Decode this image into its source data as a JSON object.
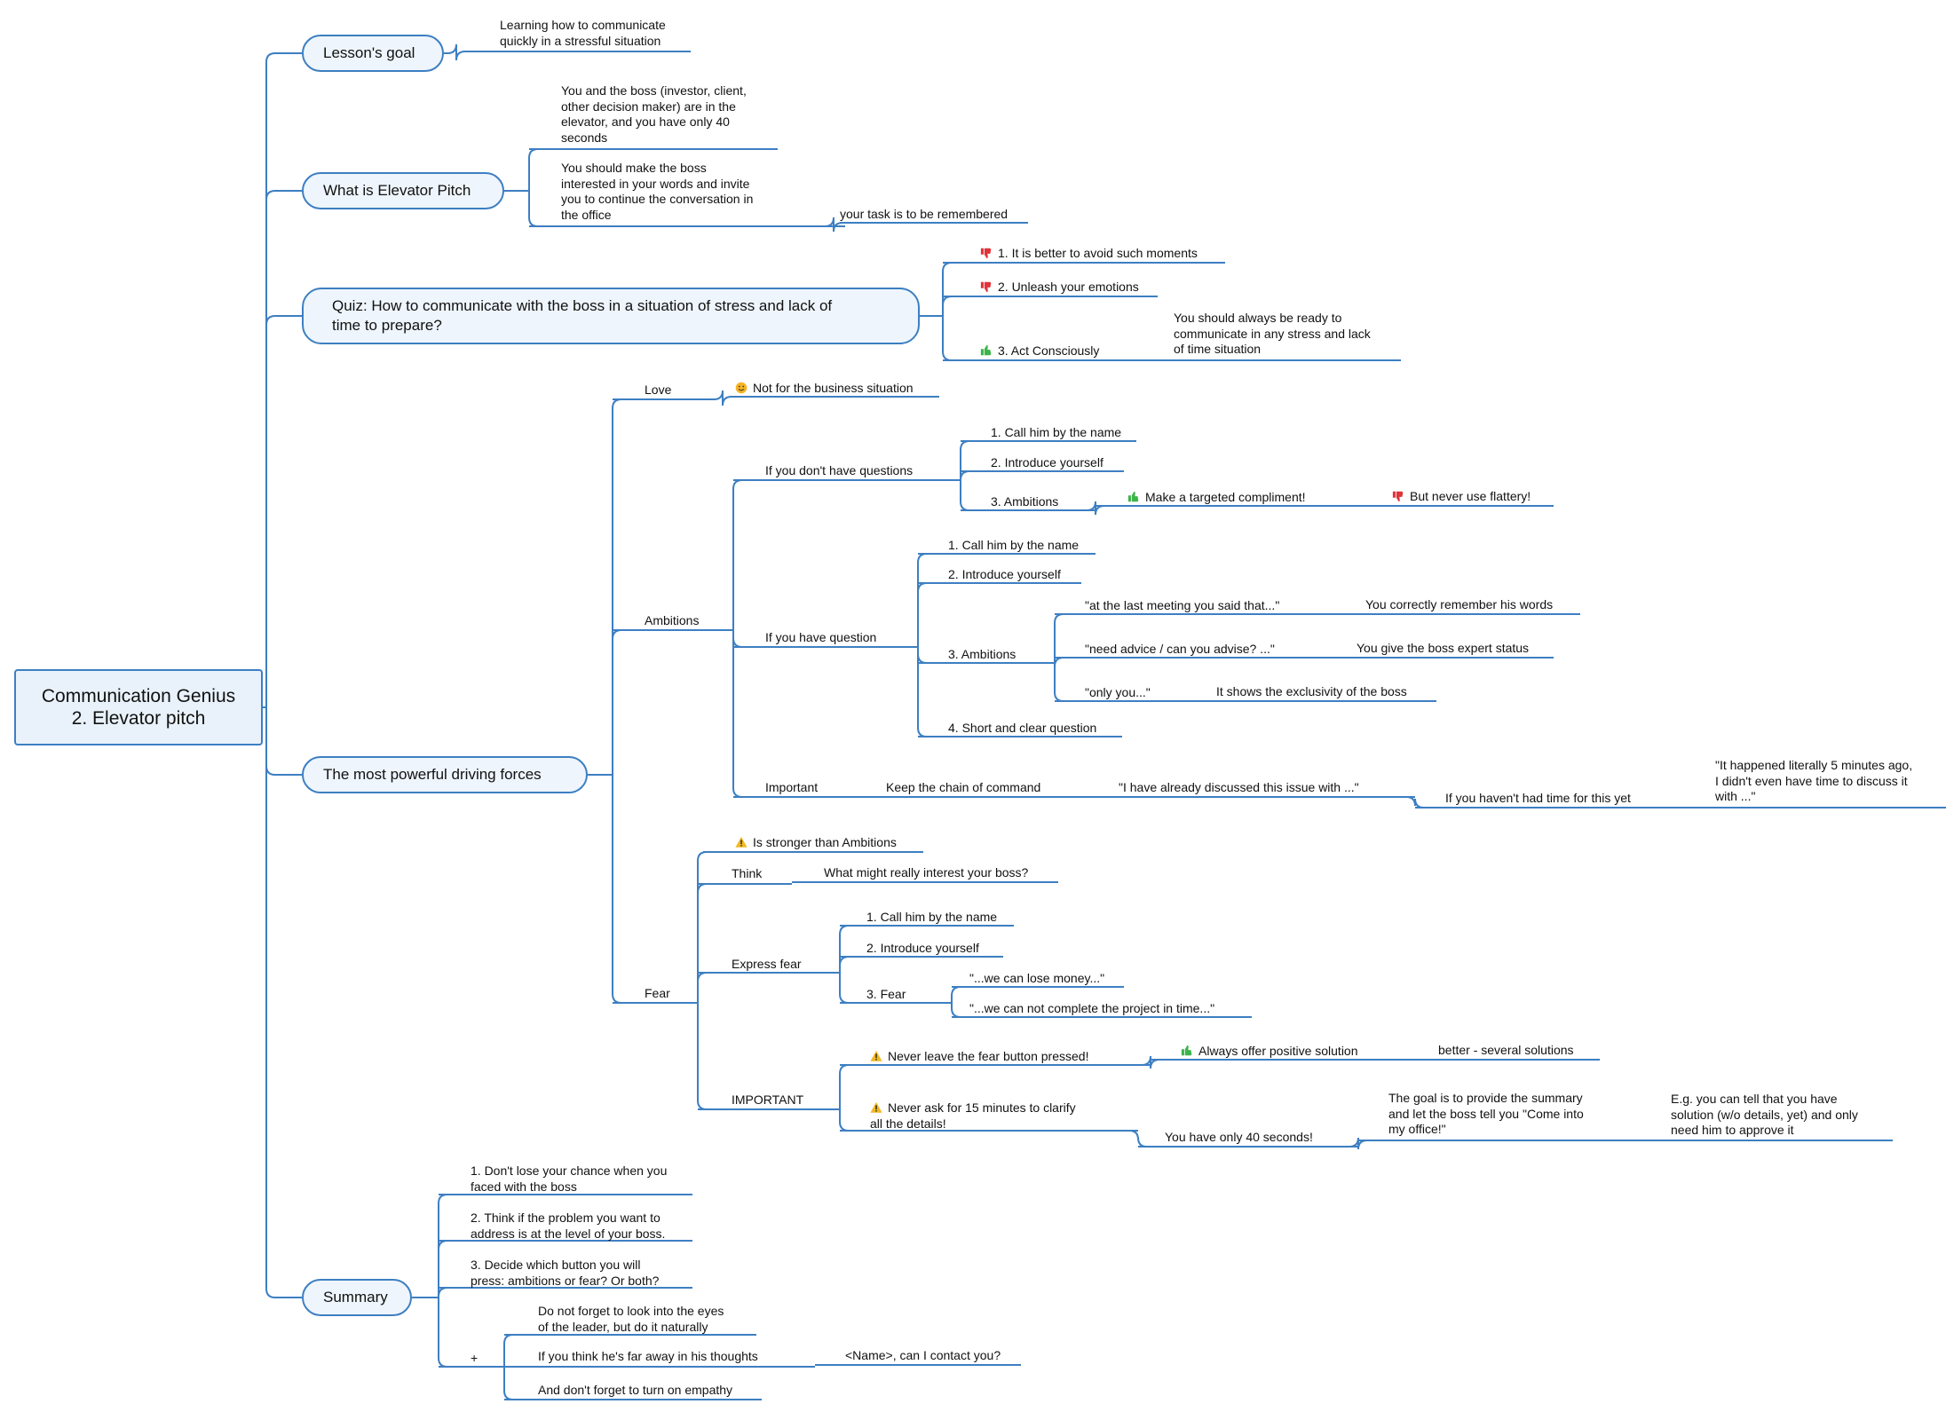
{
  "colors": {
    "line": "#3d7fc2",
    "root_fill": "#e9f2fb",
    "main_fill": "#eef5fc",
    "thumb_down": "#e0333a",
    "thumb_up": "#3cb44a",
    "warning": "#f2b824",
    "smile": "#f5b423"
  },
  "root": {
    "line1": "Communication Genius",
    "line2": "2. Elevator pitch"
  },
  "main": {
    "goal": "Lesson's goal",
    "what": "What is Elevator Pitch",
    "quiz": "Quiz: How to communicate with the boss in a situation of stress and lack of\ntime to prepare?",
    "forces": "The most powerful driving forces",
    "summary": "Summary"
  },
  "texts": {
    "goal_desc": "Learning how to communicate\nquickly in a stressful situation",
    "what_1": "You and the boss (investor, client,\nother decision maker) are in the\nelevator, and you have only 40\nseconds",
    "what_2": "You should make the boss\ninterested in your words and invite\nyou to continue the conversation in\nthe office",
    "what_2a": "your task is to be remembered",
    "quiz_1": "1. It is better to avoid such moments",
    "quiz_2": "2. Unleash your emotions",
    "quiz_3": "3. Act Consciously",
    "quiz_3a": "You should always be ready to\ncommunicate in any stress and lack\nof time situation",
    "love": "Love",
    "love_a": "Not for the business situation",
    "ambitions": "Ambitions",
    "noq": "If you don't have questions",
    "noq_1": "1. Call him by the name",
    "noq_2": "2. Introduce yourself",
    "noq_3": "3. Ambitions",
    "noq_3a": "Make a targeted compliment!",
    "noq_3b": "But never use flattery!",
    "hasq": "If you have question",
    "hasq_1": "1. Call him by the name",
    "hasq_2": "2. Introduce yourself",
    "hasq_3": "3. Ambitions",
    "hasq_3a": "\"at the last meeting you said that...\"",
    "hasq_3a1": "You correctly remember his words",
    "hasq_3b": "\"need advice / can you advise? ...\"",
    "hasq_3b1": "You give the boss expert status",
    "hasq_3c": "\"only you...\"",
    "hasq_3c1": "It shows the exclusivity of the boss",
    "hasq_4": "4. Short and clear question",
    "important": "Important",
    "chain": "Keep the chain of command",
    "discussed": "\"I have already discussed this issue with ...\"",
    "no_time": "If you haven't had time for this yet",
    "happened": "\"It happened literally 5 minutes ago,\nI didn't even have time to discuss it\nwith ...\"",
    "fear": "Fear",
    "stronger": "Is stronger than Ambitions",
    "think": "Think",
    "think_a": "What might really interest your boss?",
    "express": "Express fear",
    "exp_1": "1. Call him by the name",
    "exp_2": "2. Introduce yourself",
    "exp_3": "3. Fear",
    "exp_3a": "\"...we can lose money...\"",
    "exp_3b": "\"...we can not complete the project in time...\"",
    "imp_fear": "IMPORTANT",
    "never_leave": "Never leave the fear button pressed!",
    "always_offer": "Always offer positive solution",
    "better": "better - several solutions",
    "never_ask": "Never ask for 15 minutes to clarify\nall the details!",
    "only40": "You have only 40 seconds!",
    "goal_summary": "The goal is to provide the summary\nand let the boss tell you \"Come into\nmy office!\"",
    "eg": "E.g. you can tell that you have\nsolution (w/o details, yet) and only\nneed him to approve it",
    "sum_1": "1. Don't lose your chance when you\nfaced with the boss",
    "sum_2": "2. Think if the problem you want to\naddress is at the level of your boss.",
    "sum_3": "3. Decide which button you will\npress: ambitions or fear? Or both?",
    "plus": "+",
    "plus_1": "Do not forget to look into the eyes\nof the leader, but do it naturally",
    "plus_2": "If you think he's far away in his thoughts",
    "plus_2a": "<Name>, can I contact you?",
    "plus_3": "And don't forget to turn on empathy"
  },
  "icons": {
    "quiz_1": "thumb-down-icon",
    "quiz_2": "thumb-down-icon",
    "quiz_3": "thumb-up-icon",
    "love_a": "smile-icon",
    "noq_3a": "thumb-up-icon",
    "noq_3b": "thumb-down-icon",
    "stronger": "warning-icon",
    "never_leave": "warning-icon",
    "always_offer": "thumb-up-icon",
    "never_ask": "warning-icon"
  }
}
